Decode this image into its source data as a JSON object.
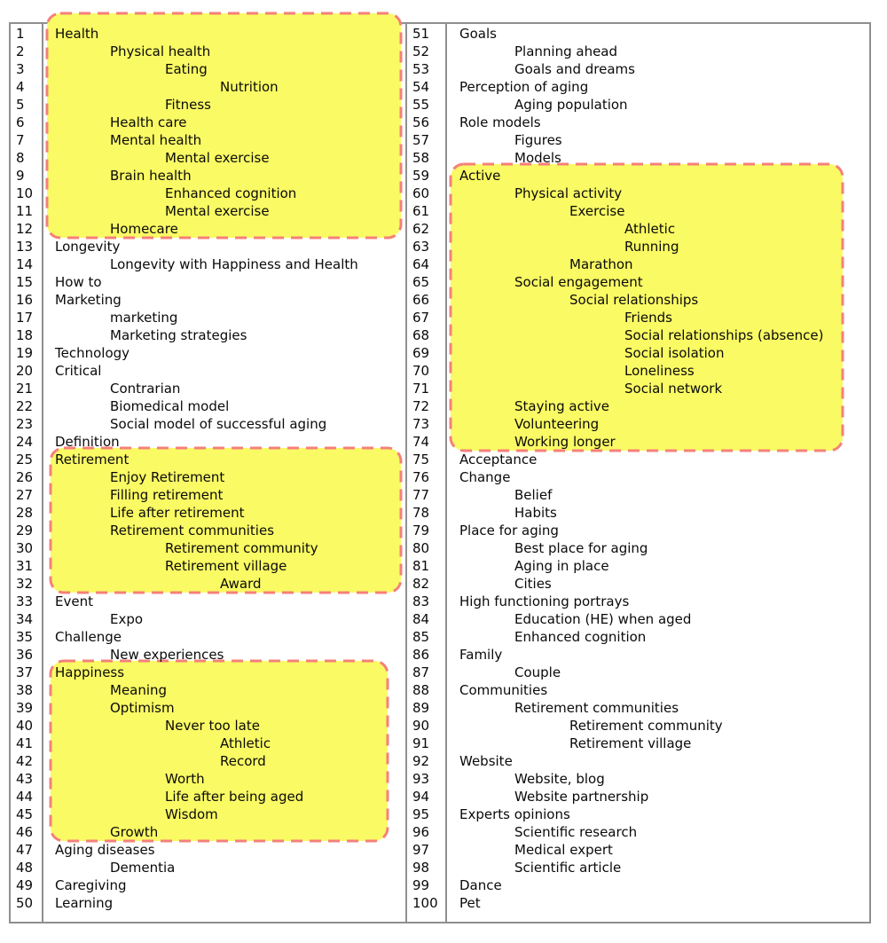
{
  "figure": {
    "description": "Numbered topic-code list, two columns, with four yellow dashed-outline highlight groups"
  },
  "colors": {
    "background": "#FFFFFF",
    "text": "#0A0A0A",
    "table_border": "#8F8F8F",
    "highlight_fill": "#FAFA64",
    "highlight_border": "#F5807A"
  },
  "list": {
    "columns": [
      {
        "name": "left",
        "rows": [
          {
            "num": "1",
            "label": "Health",
            "indent": 0
          },
          {
            "num": "2",
            "label": "Physical health",
            "indent": 1
          },
          {
            "num": "3",
            "label": "Eating",
            "indent": 2
          },
          {
            "num": "4",
            "label": "Nutrition",
            "indent": 3
          },
          {
            "num": "5",
            "label": "Fitness",
            "indent": 2
          },
          {
            "num": "6",
            "label": "Health care",
            "indent": 1
          },
          {
            "num": "7",
            "label": "Mental health",
            "indent": 1
          },
          {
            "num": "8",
            "label": "Mental exercise",
            "indent": 2
          },
          {
            "num": "9",
            "label": "Brain health",
            "indent": 1
          },
          {
            "num": "10",
            "label": "Enhanced cognition",
            "indent": 2
          },
          {
            "num": "11",
            "label": "Mental exercise",
            "indent": 2
          },
          {
            "num": "12",
            "label": "Homecare",
            "indent": 1
          },
          {
            "num": "13",
            "label": "Longevity",
            "indent": 0
          },
          {
            "num": "14",
            "label": "Longevity with Happiness and Health",
            "indent": 1
          },
          {
            "num": "15",
            "label": "How to",
            "indent": 0
          },
          {
            "num": "16",
            "label": "Marketing",
            "indent": 0
          },
          {
            "num": "17",
            "label": "marketing",
            "indent": 1
          },
          {
            "num": "18",
            "label": "Marketing strategies",
            "indent": 1
          },
          {
            "num": "19",
            "label": "Technology",
            "indent": 0
          },
          {
            "num": "20",
            "label": "Critical",
            "indent": 0
          },
          {
            "num": "21",
            "label": "Contrarian",
            "indent": 1
          },
          {
            "num": "22",
            "label": "Biomedical model",
            "indent": 1
          },
          {
            "num": "23",
            "label": "Social model of successful aging",
            "indent": 1
          },
          {
            "num": "24",
            "label": "Definition",
            "indent": 0
          },
          {
            "num": "25",
            "label": "Retirement",
            "indent": 0
          },
          {
            "num": "26",
            "label": "Enjoy Retirement",
            "indent": 1
          },
          {
            "num": "27",
            "label": "Filling retirement",
            "indent": 1
          },
          {
            "num": "28",
            "label": "Life after retirement",
            "indent": 1
          },
          {
            "num": "29",
            "label": "Retirement communities",
            "indent": 1
          },
          {
            "num": "30",
            "label": "Retirement community",
            "indent": 2
          },
          {
            "num": "31",
            "label": "Retirement village",
            "indent": 2
          },
          {
            "num": "32",
            "label": "Award",
            "indent": 3
          },
          {
            "num": "33",
            "label": "Event",
            "indent": 0
          },
          {
            "num": "34",
            "label": "Expo",
            "indent": 1
          },
          {
            "num": "35",
            "label": "Challenge",
            "indent": 0
          },
          {
            "num": "36",
            "label": "New experiences",
            "indent": 1
          },
          {
            "num": "37",
            "label": "Happiness",
            "indent": 0
          },
          {
            "num": "38",
            "label": "Meaning",
            "indent": 1
          },
          {
            "num": "39",
            "label": "Optimism",
            "indent": 1
          },
          {
            "num": "40",
            "label": "Never too late",
            "indent": 2
          },
          {
            "num": "41",
            "label": "Athletic",
            "indent": 3
          },
          {
            "num": "42",
            "label": "Record",
            "indent": 3
          },
          {
            "num": "43",
            "label": "Worth",
            "indent": 2
          },
          {
            "num": "44",
            "label": "Life after being aged",
            "indent": 2
          },
          {
            "num": "45",
            "label": "Wisdom",
            "indent": 2
          },
          {
            "num": "46",
            "label": "Growth",
            "indent": 1
          },
          {
            "num": "47",
            "label": "Aging diseases",
            "indent": 0
          },
          {
            "num": "48",
            "label": "Dementia",
            "indent": 1
          },
          {
            "num": "49",
            "label": "Caregiving",
            "indent": 0
          },
          {
            "num": "50",
            "label": "Learning",
            "indent": 0
          }
        ]
      },
      {
        "name": "right",
        "rows": [
          {
            "num": "51",
            "label": "Goals",
            "indent": 0
          },
          {
            "num": "52",
            "label": "Planning ahead",
            "indent": 1
          },
          {
            "num": "53",
            "label": "Goals and dreams",
            "indent": 1
          },
          {
            "num": "54",
            "label": "Perception of aging",
            "indent": 0
          },
          {
            "num": "55",
            "label": "Aging population",
            "indent": 1
          },
          {
            "num": "56",
            "label": "Role models",
            "indent": 0
          },
          {
            "num": "57",
            "label": "Figures",
            "indent": 1
          },
          {
            "num": "58",
            "label": "Models",
            "indent": 1
          },
          {
            "num": "59",
            "label": "Active",
            "indent": 0
          },
          {
            "num": "60",
            "label": "Physical activity",
            "indent": 1
          },
          {
            "num": "61",
            "label": "Exercise",
            "indent": 2
          },
          {
            "num": "62",
            "label": "Athletic",
            "indent": 3
          },
          {
            "num": "63",
            "label": "Running",
            "indent": 3
          },
          {
            "num": "64",
            "label": "Marathon",
            "indent": 2
          },
          {
            "num": "65",
            "label": "Social engagement",
            "indent": 1
          },
          {
            "num": "66",
            "label": "Social relationships",
            "indent": 2
          },
          {
            "num": "67",
            "label": "Friends",
            "indent": 3
          },
          {
            "num": "68",
            "label": "Social relationships (absence)",
            "indent": 3
          },
          {
            "num": "69",
            "label": "Social isolation",
            "indent": 3
          },
          {
            "num": "70",
            "label": "Loneliness",
            "indent": 3
          },
          {
            "num": "71",
            "label": "Social network",
            "indent": 3
          },
          {
            "num": "72",
            "label": "Staying active",
            "indent": 1
          },
          {
            "num": "73",
            "label": "Volunteering",
            "indent": 1
          },
          {
            "num": "74",
            "label": "Working longer",
            "indent": 1
          },
          {
            "num": "75",
            "label": "Acceptance",
            "indent": 0
          },
          {
            "num": "76",
            "label": "Change",
            "indent": 0
          },
          {
            "num": "77",
            "label": "Belief",
            "indent": 1
          },
          {
            "num": "78",
            "label": "Habits",
            "indent": 1
          },
          {
            "num": "79",
            "label": "Place for aging",
            "indent": 0
          },
          {
            "num": "80",
            "label": "Best place for aging",
            "indent": 1
          },
          {
            "num": "81",
            "label": "Aging in place",
            "indent": 1
          },
          {
            "num": "82",
            "label": "Cities",
            "indent": 1
          },
          {
            "num": "83",
            "label": "High functioning portrays",
            "indent": 0
          },
          {
            "num": "84",
            "label": "Education (HE) when aged",
            "indent": 1
          },
          {
            "num": "85",
            "label": "Enhanced cognition",
            "indent": 1
          },
          {
            "num": "86",
            "label": "Family",
            "indent": 0
          },
          {
            "num": "87",
            "label": "Couple",
            "indent": 1
          },
          {
            "num": "88",
            "label": "Communities",
            "indent": 0
          },
          {
            "num": "89",
            "label": "Retirement communities",
            "indent": 1
          },
          {
            "num": "90",
            "label": "Retirement community",
            "indent": 2
          },
          {
            "num": "91",
            "label": "Retirement village",
            "indent": 2
          },
          {
            "num": "92",
            "label": "Website",
            "indent": 0
          },
          {
            "num": "93",
            "label": "Website, blog",
            "indent": 1
          },
          {
            "num": "94",
            "label": "Website partnership",
            "indent": 1
          },
          {
            "num": "95",
            "label": "Experts opinions",
            "indent": 0
          },
          {
            "num": "96",
            "label": "Scientific research",
            "indent": 1
          },
          {
            "num": "97",
            "label": "Medical expert",
            "indent": 1
          },
          {
            "num": "98",
            "label": "Scientific article",
            "indent": 1
          },
          {
            "num": "99",
            "label": "Dance",
            "indent": 0
          },
          {
            "num": "100",
            "label": "Pet",
            "indent": 0
          }
        ]
      }
    ]
  },
  "highlights": [
    {
      "id": "health",
      "column": 0,
      "from_row": 1,
      "to_row": 12
    },
    {
      "id": "retirement",
      "column": 0,
      "from_row": 25,
      "to_row": 32
    },
    {
      "id": "happiness",
      "column": 0,
      "from_row": 37,
      "to_row": 46
    },
    {
      "id": "active",
      "column": 1,
      "from_row": 59,
      "to_row": 74
    }
  ]
}
